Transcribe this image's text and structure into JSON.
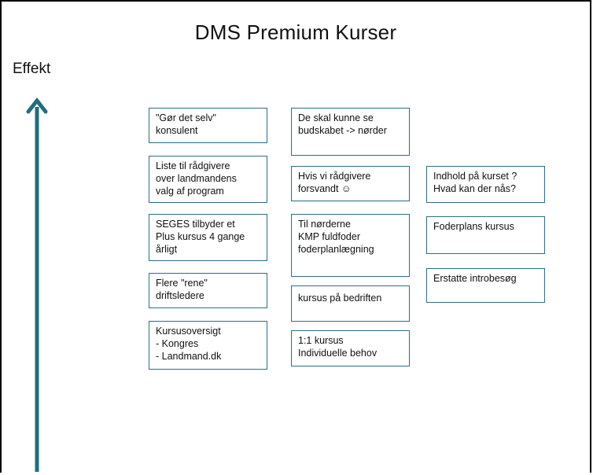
{
  "title": "DMS Premium  Kurser",
  "y_axis_label": "Effekt",
  "colors": {
    "accent": "#2c6e84",
    "arrow": "#1f6f7a"
  },
  "columns": [
    {
      "items": [
        {
          "text": "\"Gør det selv\"\nkonsulent"
        },
        {
          "text": "Liste til rådgivere\nover landmandens\nvalg  af program"
        },
        {
          "text": "SEGES tilbyder et\nPlus kursus 4 gange\nårligt"
        },
        {
          "text": "Flere \"rene\"\ndriftsledere"
        },
        {
          "text": "Kursusoversigt\n-   Kongres\n-   Landmand.dk"
        }
      ]
    },
    {
      "items": [
        {
          "text": "De skal kunne se\nbudskabet -> nørder"
        },
        {
          "text": "Hvis vi rådgivere\nforsvandt ☺"
        },
        {
          "text": "Til nørderne\nKMP fuldfoder\nfoderplanlægning"
        },
        {
          "text": "kursus på bedriften"
        },
        {
          "text": "1:1 kursus\nIndividuelle behov"
        }
      ]
    },
    {
      "items": [
        {
          "text": "Indhold på kurset ?\nHvad kan der nås?"
        },
        {
          "text": "Foderplans kursus"
        },
        {
          "text": "Erstatte introbesøg"
        }
      ]
    }
  ]
}
